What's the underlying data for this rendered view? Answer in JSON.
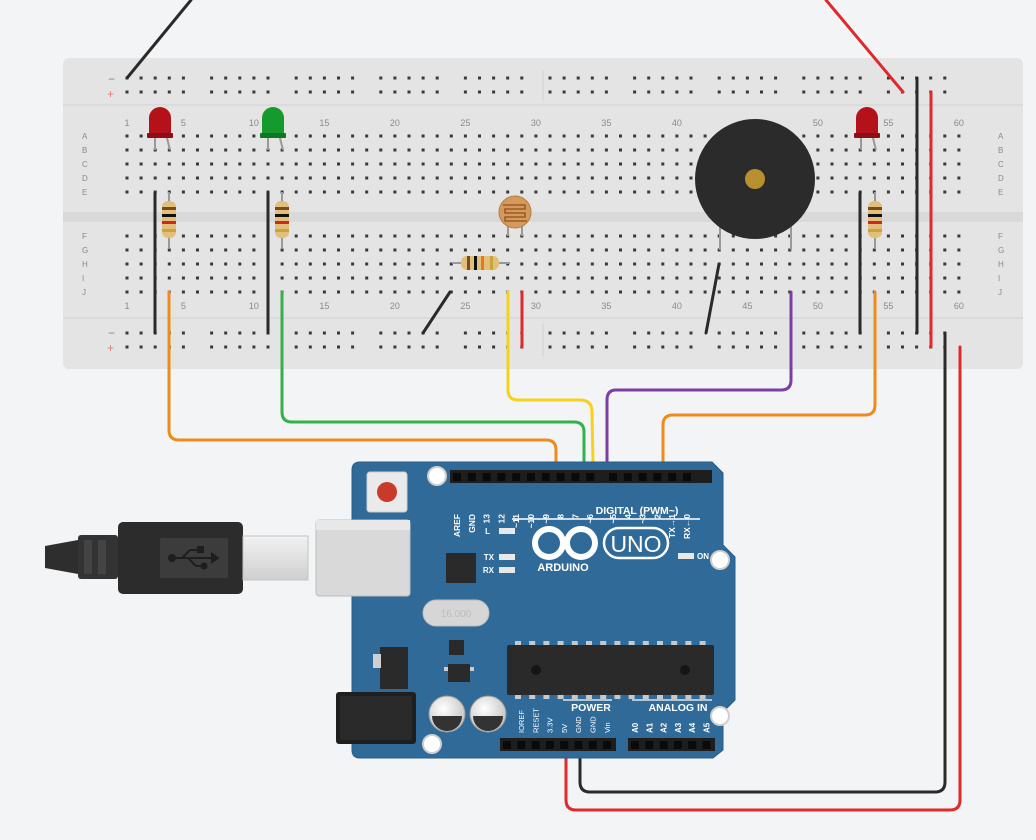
{
  "breadboard": {
    "rail_minus_sign": "−",
    "rail_plus_sign": "+",
    "rows_top": [
      "A",
      "B",
      "C",
      "D",
      "E"
    ],
    "rows_bottom": [
      "F",
      "G",
      "H",
      "I",
      "J"
    ],
    "column_numbers": [
      "1",
      "5",
      "10",
      "15",
      "20",
      "25",
      "30",
      "35",
      "40",
      "45",
      "50",
      "55",
      "60"
    ]
  },
  "components": {
    "led_red_1": {
      "color": "#b3121a"
    },
    "led_green": {
      "color": "#159a2d"
    },
    "led_red_2": {
      "color": "#b3121a"
    },
    "buzzer": {
      "body_color": "#2b2b2b",
      "center_color": "#b8902f"
    },
    "photoresistor": {
      "color": "#d39a5e"
    }
  },
  "wires": {
    "colors": {
      "black": "#2a2a2a",
      "red": "#de2a2a",
      "orange": "#ee8b1e",
      "green": "#35b04a",
      "yellow": "#f7d21c",
      "purple": "#7a3fa0"
    }
  },
  "arduino": {
    "board_color": "#2f6a98",
    "logo_text": "ARDUINO",
    "model": "UNO",
    "digital_header_label": "DIGITAL (PWM~)",
    "digital_pins": [
      "AREF",
      "GND",
      "13",
      "12",
      "~11",
      "~10",
      "~9",
      "8",
      "7",
      "~6",
      "~5",
      "4",
      "~3",
      "2",
      "TX→1",
      "RX←0"
    ],
    "led_labels": {
      "l": "L",
      "tx": "TX",
      "rx": "RX",
      "on": "ON"
    },
    "crystal_text": "16.000",
    "power_label": "POWER",
    "analog_label": "ANALOG IN",
    "power_pins": [
      "IOREF",
      "RESET",
      "3.3V",
      "5V",
      "GND",
      "GND",
      "Vin"
    ],
    "analog_pins": [
      "A0",
      "A1",
      "A2",
      "A3",
      "A4",
      "A5"
    ]
  }
}
